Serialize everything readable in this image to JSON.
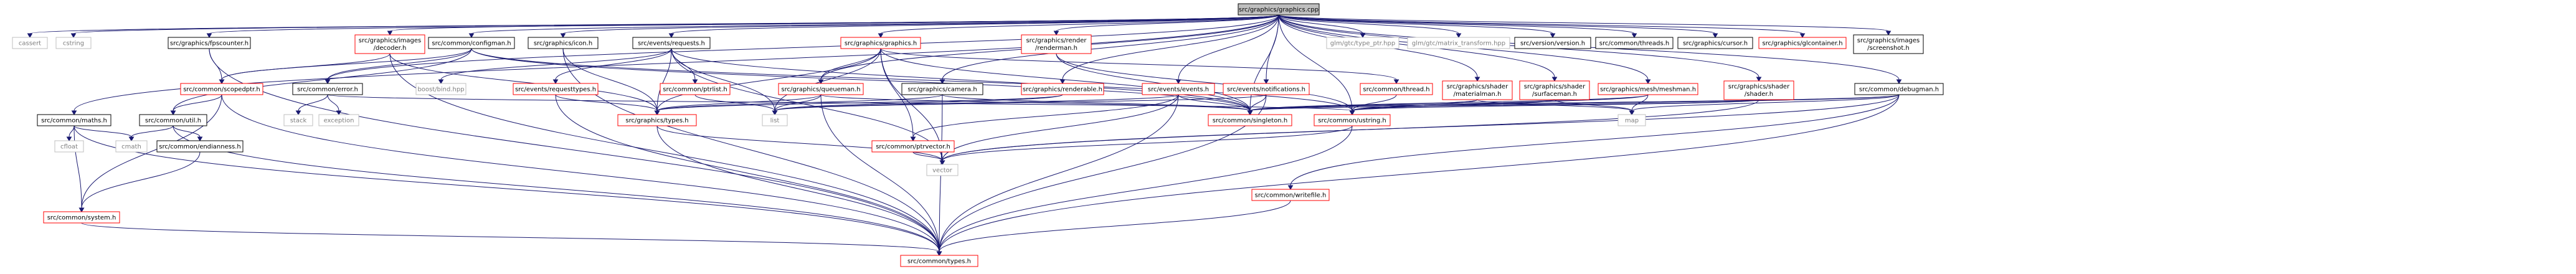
{
  "colors": {
    "root_fill": "#bfbfbf",
    "node_border": "#000000",
    "red_border": "#ff0000",
    "grey_border": "#bfbfbf",
    "grey_text": "#7f7f7f",
    "edge": "#191970"
  },
  "nodes": {
    "graphics_cpp": "src/graphics/graphics.cpp",
    "cassert": "cassert",
    "cstring": "cstring",
    "fpscounter": "src/graphics/fpscounter.h",
    "images_decoder_1": "src/graphics/images",
    "images_decoder_2": "/decoder.h",
    "configman": "src/common/configman.h",
    "icon": "src/graphics/icon.h",
    "requests": "src/events/requests.h",
    "graphics_h": "src/graphics/graphics.h",
    "render_renderman_1": "src/graphics/render",
    "render_renderman_2": "/renderman.h",
    "type_ptr": "glm/gtc/type_ptr.hpp",
    "matrix_transform": "glm/gtc/matrix_transform.hpp",
    "version": "src/version/version.h",
    "threads": "src/common/threads.h",
    "cursor": "src/graphics/cursor.h",
    "glcontainer": "src/graphics/glcontainer.h",
    "images_screenshot_1": "src/graphics/images",
    "images_screenshot_2": "/screenshot.h",
    "scopedptr": "src/common/scopedptr.h",
    "error": "src/common/error.h",
    "boost_bind": "boost/bind.hpp",
    "requesttypes": "src/events/requesttypes.h",
    "ptrlist": "src/common/ptrlist.h",
    "queueman": "src/graphics/queueman.h",
    "camera": "src/graphics/camera.h",
    "renderable": "src/graphics/renderable.h",
    "events": "src/events/events.h",
    "notifications": "src/events/notifications.h",
    "thread": "src/common/thread.h",
    "shader_materialman_1": "src/graphics/shader",
    "shader_materialman_2": "/materialman.h",
    "shader_surfaceman_1": "src/graphics/shader",
    "shader_surfaceman_2": "/surfaceman.h",
    "mesh_meshman": "src/graphics/mesh/meshman.h",
    "shader_shader_1": "src/graphics/shader",
    "shader_shader_2": "/shader.h",
    "debugman": "src/common/debugman.h",
    "maths": "src/common/maths.h",
    "util": "src/common/util.h",
    "stack": "stack",
    "exception": "exception",
    "graphics_types": "src/graphics/types.h",
    "list": "list",
    "singleton": "src/common/singleton.h",
    "map": "map",
    "ustring": "src/common/ustring.h",
    "ptrvector": "src/common/ptrvector.h",
    "cfloat": "cfloat",
    "cmath": "cmath",
    "endianness": "src/common/endianness.h",
    "vector": "vector",
    "writefile": "src/common/writefile.h",
    "system": "src/common/system.h",
    "common_types": "src/common/types.h"
  }
}
